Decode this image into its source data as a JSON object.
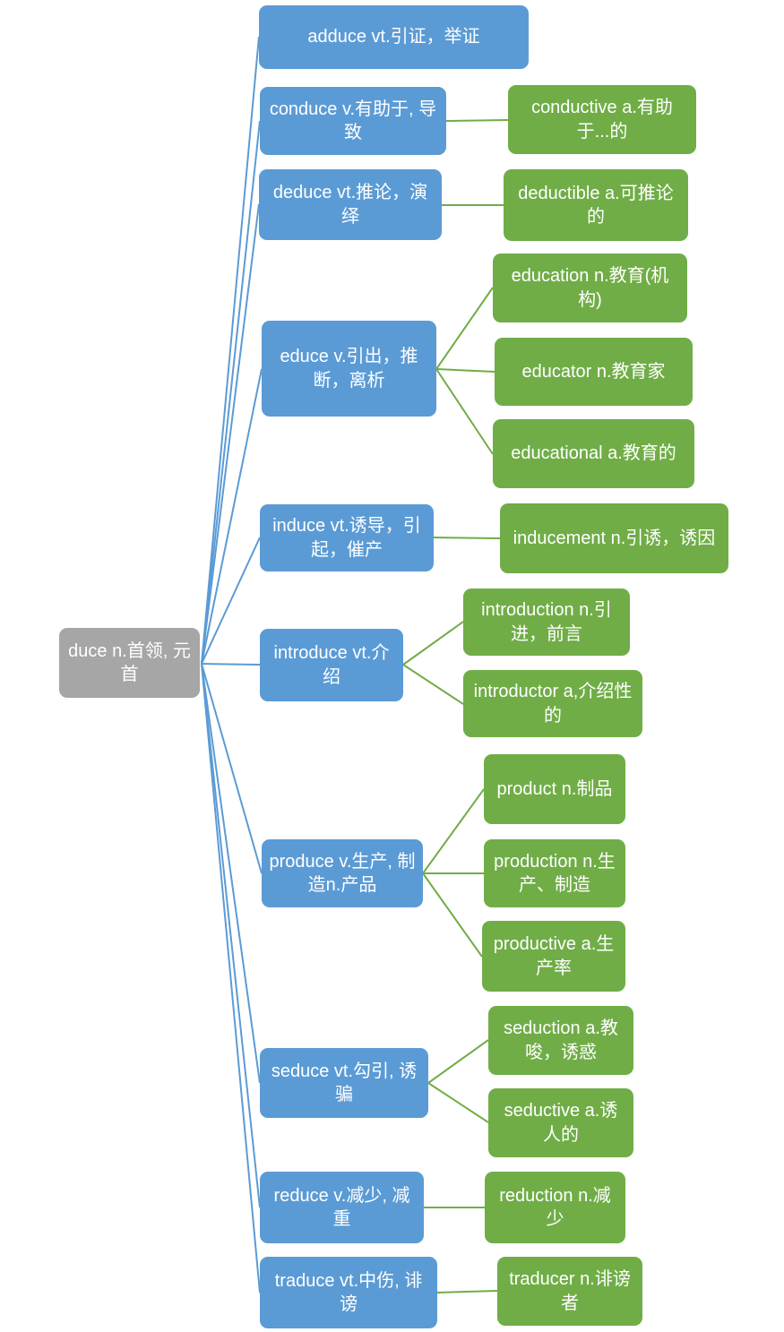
{
  "palette": {
    "root_fill": "#A6A6A6",
    "branch_fill": "#5B9BD5",
    "leaf_fill": "#70AD47",
    "branch_line": "#5B9BD5",
    "leaf_line": "#70AD47",
    "text_color": "#FFFFFF",
    "background": "#FFFFFF"
  },
  "tree": {
    "root": {
      "label": "duce n.首领, 元首"
    },
    "branches": [
      {
        "label": "adduce vt.引证，举证",
        "children": []
      },
      {
        "label": "conduce v.有助于, 导致",
        "children": [
          {
            "label": "conductive a.有助于...的"
          }
        ]
      },
      {
        "label": "deduce vt.推论，演绎",
        "children": [
          {
            "label": "deductible a.可推论的"
          }
        ]
      },
      {
        "label": "educe v.引出，推断，离析",
        "children": [
          {
            "label": "education n.教育(机构)"
          },
          {
            "label": "educator n.教育家"
          },
          {
            "label": "educational a.教育的"
          }
        ]
      },
      {
        "label": "induce vt.诱导，引起，催产",
        "children": [
          {
            "label": "inducement n.引诱，诱因"
          }
        ]
      },
      {
        "label": "introduce vt.介绍",
        "children": [
          {
            "label": "introduction n.引进，前言"
          },
          {
            "label": "introductor a,介绍性的"
          }
        ]
      },
      {
        "label": "produce v.生产, 制造n.产品",
        "children": [
          {
            "label": "product n.制品"
          },
          {
            "label": "production n.生产、制造"
          },
          {
            "label": "productive a.生产率"
          }
        ]
      },
      {
        "label": "seduce vt.勾引, 诱骗",
        "children": [
          {
            "label": "seduction a.教唆，诱惑"
          },
          {
            "label": "seductive a.诱人的"
          }
        ]
      },
      {
        "label": "reduce v.减少, 减重",
        "children": [
          {
            "label": "reduction n.减少"
          }
        ]
      },
      {
        "label": "traduce vt.中伤, 诽谤",
        "children": [
          {
            "label": "traducer n.诽谤者"
          }
        ]
      }
    ]
  }
}
